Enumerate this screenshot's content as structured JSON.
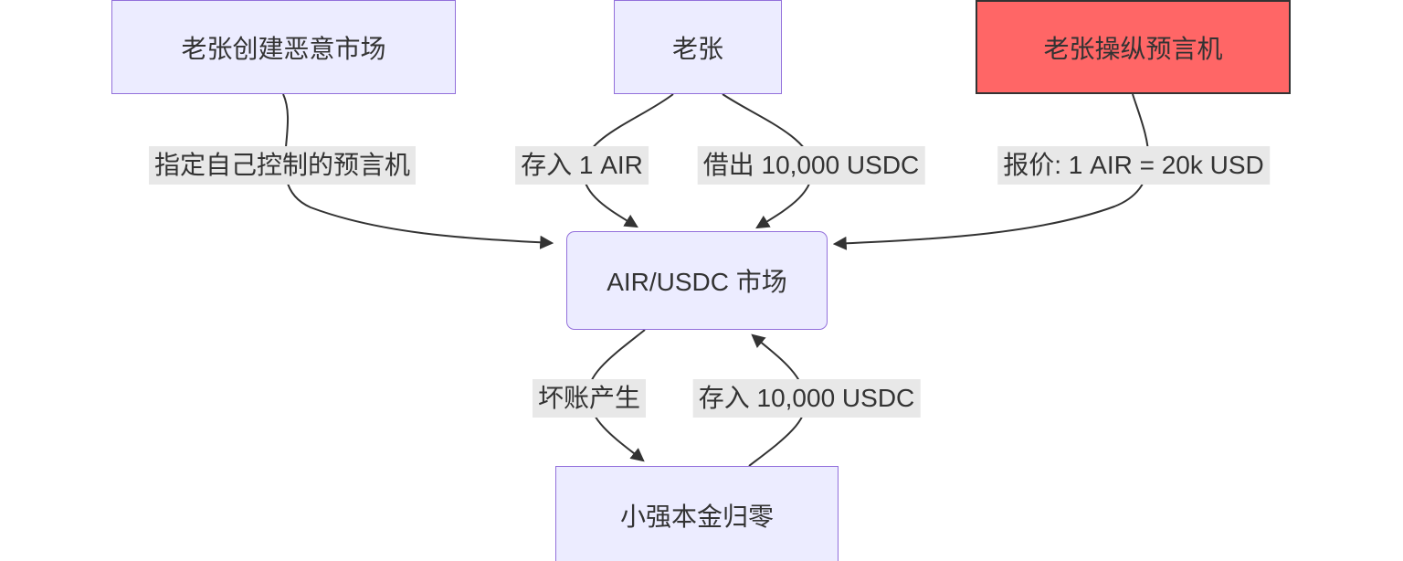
{
  "diagram": {
    "type": "flowchart",
    "direction": "top-down",
    "nodes": [
      {
        "id": "create-malicious-market",
        "label": "老张创建恶意市场",
        "style": "default"
      },
      {
        "id": "laozhang",
        "label": "老张",
        "style": "default"
      },
      {
        "id": "oracle-manipulation",
        "label": "老张操纵预言机",
        "style": "danger"
      },
      {
        "id": "air-usdc-market",
        "label": "AIR/USDC 市场",
        "style": "rounded"
      },
      {
        "id": "xiaoqiang-principal-zero",
        "label": "小强本金归零",
        "style": "default"
      }
    ],
    "edges": [
      {
        "from": "create-malicious-market",
        "to": "air-usdc-market",
        "label": "指定自己控制的预言机"
      },
      {
        "from": "laozhang",
        "to": "air-usdc-market",
        "label": "存入 1 AIR"
      },
      {
        "from": "laozhang",
        "to": "air-usdc-market",
        "label": "借出 10,000 USDC"
      },
      {
        "from": "oracle-manipulation",
        "to": "air-usdc-market",
        "label": "报价: 1 AIR = 20k USD"
      },
      {
        "from": "air-usdc-market",
        "to": "xiaoqiang-principal-zero",
        "label": "坏账产生"
      },
      {
        "from": "xiaoqiang-principal-zero",
        "to": "air-usdc-market",
        "label": "存入 10,000 USDC"
      }
    ],
    "colors": {
      "node_fill": "#ECECFF",
      "node_border": "#9370DB",
      "danger_fill": "#FF6666",
      "danger_border": "#333333",
      "edge_color": "#333333",
      "edge_label_bg": "#E8E8E8",
      "text": "#333333",
      "background": "#FFFFFF"
    }
  }
}
